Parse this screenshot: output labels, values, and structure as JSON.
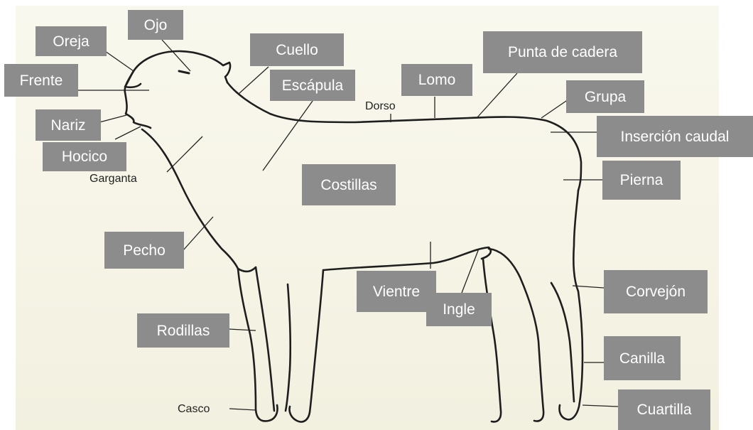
{
  "labels": {
    "ojo": "Ojo",
    "oreja": "Oreja",
    "frente": "Frente",
    "nariz": "Nariz",
    "hocico": "Hocico",
    "garganta": "Garganta",
    "cuello": "Cuello",
    "escapula": "Escápula",
    "lomo": "Lomo",
    "dorso": "Dorso",
    "punta_de_cadera": "Punta de cadera",
    "grupa": "Grupa",
    "insercion_caudal": "Inserción caudal",
    "pierna": "Pierna",
    "costillas": "Costillas",
    "pecho": "Pecho",
    "vientre": "Vientre",
    "ingle": "Ingle",
    "corvejon": "Corvejón",
    "rodillas": "Rodillas",
    "canilla": "Canilla",
    "casco": "Casco",
    "cuartilla": "Cuartilla"
  },
  "colors": {
    "label_box": "#8c8c8c",
    "label_text": "#ffffff",
    "outline": "#1e1e1e",
    "paper": "#f6f4e6"
  }
}
